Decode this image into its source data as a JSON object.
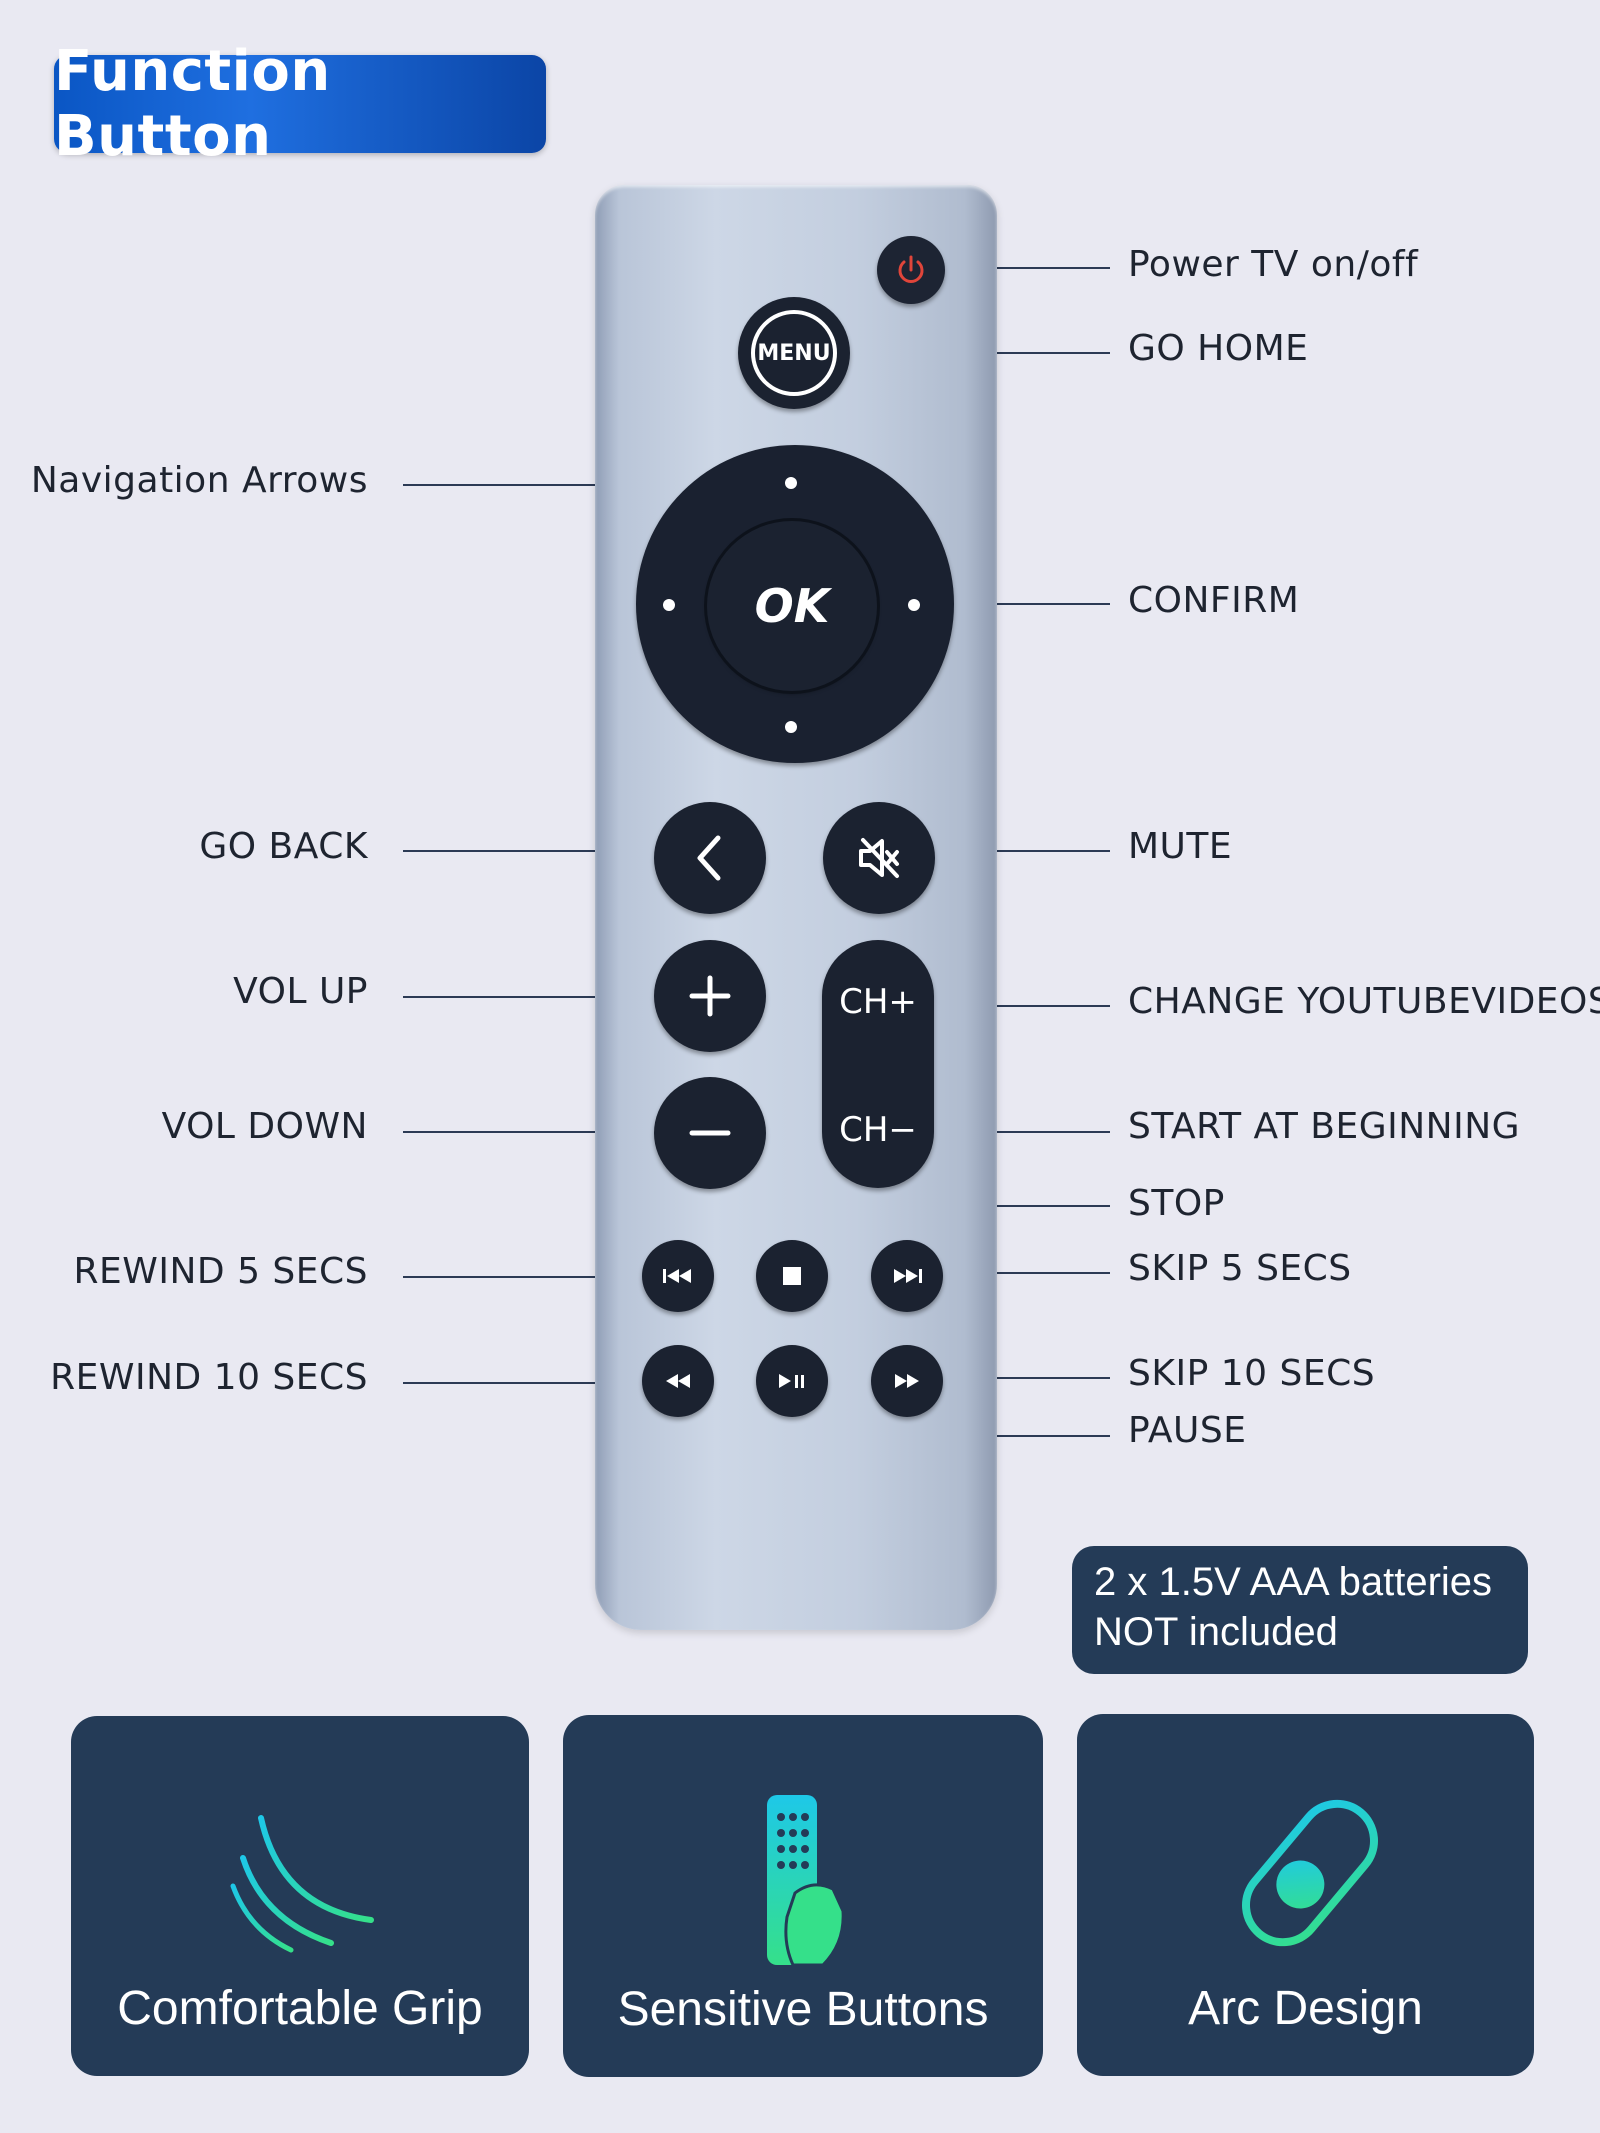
{
  "title": "Function Button",
  "remote": {
    "menu_label": "MENU",
    "ok_label": "OK",
    "ch_plus": "CH+",
    "ch_minus": "CH−"
  },
  "labels": {
    "power": "Power TV on/off",
    "home": "GO HOME",
    "navigation": "Navigation Arrows",
    "confirm": "CONFIRM",
    "back": "GO BACK",
    "mute": "MUTE",
    "vol_up": "VOL UP",
    "change_videos": "CHANGE YOUTUBEVIDEOS",
    "vol_down": "VOL DOWN",
    "start_beginning": "START AT BEGINNING",
    "stop": "STOP",
    "rewind5": "REWIND 5 SECS",
    "skip5": "SKIP 5 SECS",
    "rewind10": "REWIND 10 SECS",
    "skip10": "SKIP 10 SECS",
    "pause": "PAUSE"
  },
  "battery": {
    "line1": "2 x 1.5V AAA batteries",
    "line2": "NOT included"
  },
  "features": [
    {
      "label": "Comfortable Grip",
      "icon": "grip-arc-icon"
    },
    {
      "label": "Sensitive Buttons",
      "icon": "hand-remote-icon"
    },
    {
      "label": "Arc Design",
      "icon": "arc-remote-icon"
    }
  ],
  "colors": {
    "background": "#e9e9f2",
    "badge": "#1f6fe0",
    "card": "#243b57",
    "button": "#1b2230",
    "power_red": "#e0453a",
    "accent_cyan": "#1ec8e8",
    "accent_green": "#35e08a"
  }
}
